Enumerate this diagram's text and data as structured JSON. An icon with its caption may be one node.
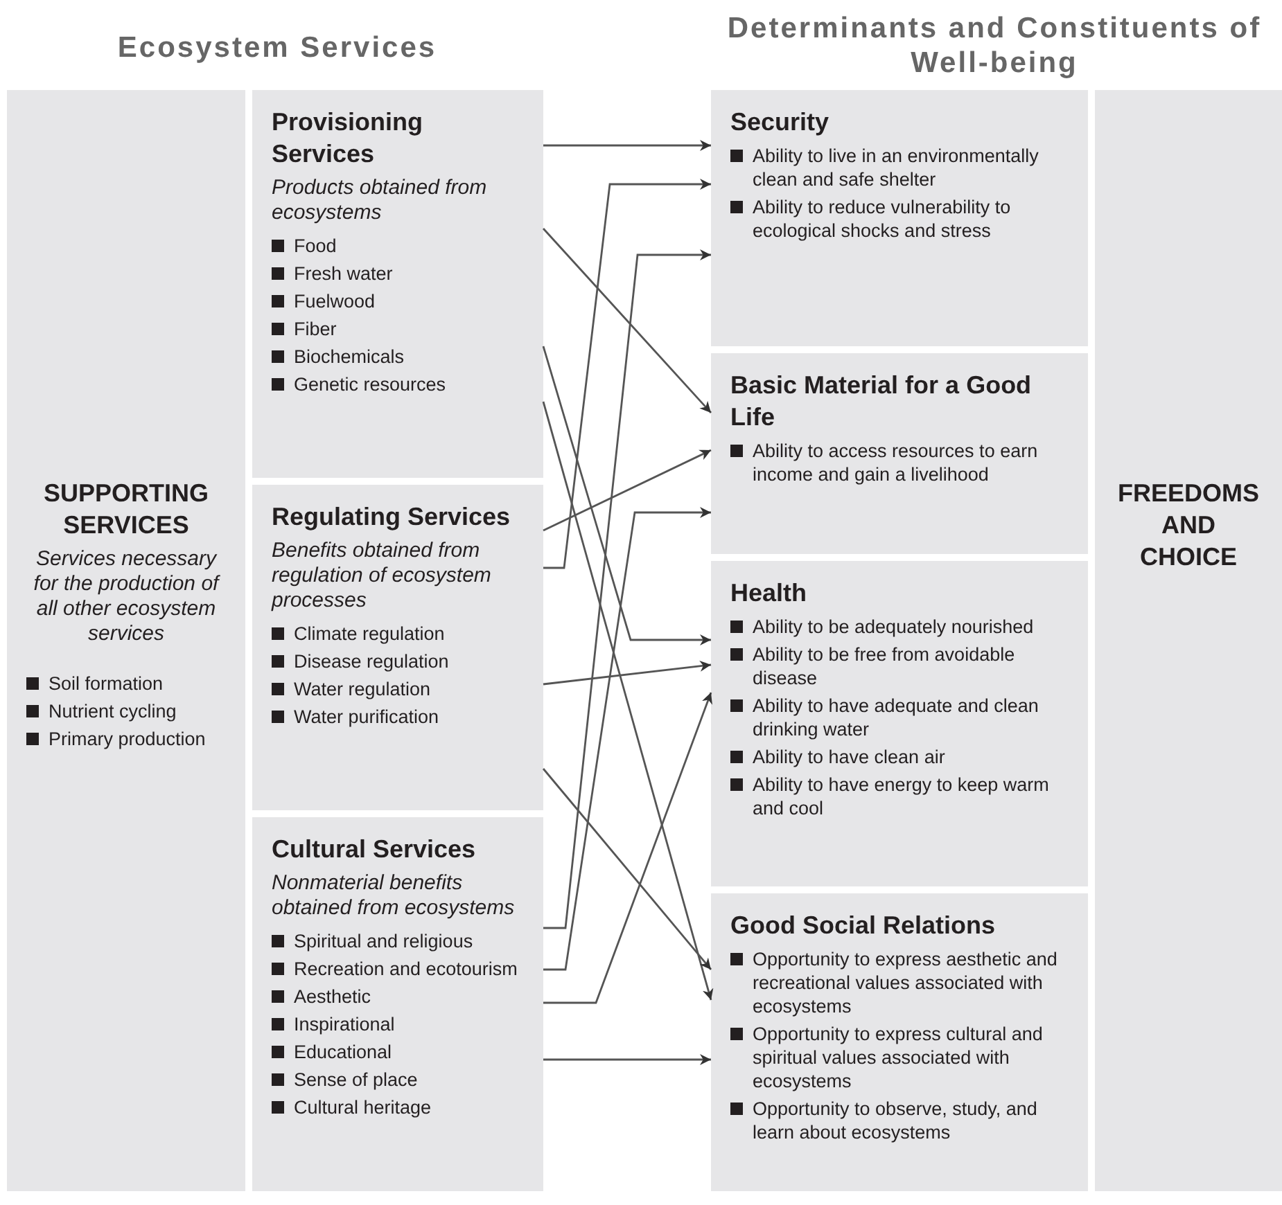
{
  "diagram": {
    "nodes": [
      {
        "text": [
          "SUPPORTING SERVICES",
          "Services necessary for the production of all other ecosystem services",
          "Soil formation",
          "Nutrient cycling",
          "Primary production"
        ]
      },
      {
        "text": [
          "Provisioning Services",
          "Products obtained from ecosystems",
          "Food",
          "Fresh water",
          "Fuelwood",
          "Fiber",
          "Biochemicals",
          "Genetic resources"
        ]
      },
      {
        "text": [
          "Regulating Services",
          "Benefits obtained from regulation of ecosystem processes",
          "Climate regulation",
          "Disease regulation",
          "Water regulation",
          "Water purification"
        ]
      },
      {
        "text": [
          "Cultural Services",
          "Nonmaterial benefits obtained from ecosystems",
          "Spiritual and religious",
          "Recreation and ecotourism",
          "Aesthetic",
          "Inspirational",
          "Educational",
          "Sense of place",
          "Cultural heritage"
        ]
      },
      {
        "text": [
          "Security",
          "Ability to live in an environmentally clean and safe shelter",
          "Ability to reduce vulnerability to ecological shocks and stress"
        ]
      },
      {
        "text": [
          "Basic Material for a Good Life",
          "Ability to access resources to earn income and gain a livelihood"
        ]
      },
      {
        "text": [
          "Health",
          "Ability to be adequately nourished",
          "Ability to be free from avoidable disease",
          "Ability to have adequate and clean drinking water",
          "Ability to have clean air",
          "Ability to have energy to keep warm and cool"
        ]
      },
      {
        "text": [
          "Good Social Relations",
          "Opportunity to express aesthetic and recreational values associated with ecosystems",
          "Opportunity to express cultural and spiritual values associated with ecosystems",
          "Opportunity to observe, study, and learn about ecosystems"
        ]
      },
      {
        "text": [
          "FREEDOMS AND CHOICE"
        ]
      }
    ],
    "edges": [
      {
        "from": 1,
        "to": 4,
        "arrow": "to"
      },
      {
        "from": 1,
        "to": 5,
        "arrow": "to"
      },
      {
        "from": 1,
        "to": 6,
        "arrow": "to"
      },
      {
        "from": 1,
        "to": 7,
        "arrow": "to"
      },
      {
        "from": 2,
        "to": 4,
        "arrow": "to"
      },
      {
        "from": 2,
        "to": 5,
        "arrow": "to"
      },
      {
        "from": 2,
        "to": 6,
        "arrow": "to"
      },
      {
        "from": 2,
        "to": 7,
        "arrow": "to"
      },
      {
        "from": 3,
        "to": 4,
        "arrow": "to"
      },
      {
        "from": 3,
        "to": 5,
        "arrow": "to"
      },
      {
        "from": 3,
        "to": 6,
        "arrow": "to"
      },
      {
        "from": 3,
        "to": 7,
        "arrow": "to"
      }
    ],
    "labels": [
      "Ecosystem Services",
      "Determinants and Constituents of Well-being"
    ]
  }
}
